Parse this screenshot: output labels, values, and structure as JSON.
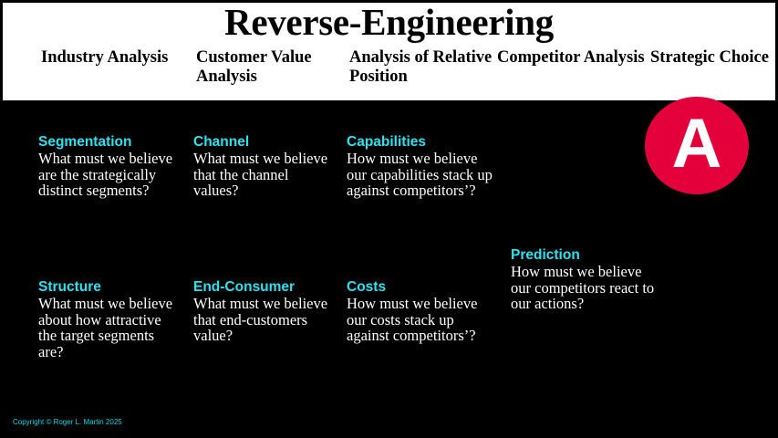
{
  "slide": {
    "title": "Reverse-Engineering",
    "background_color": "#000000",
    "header_background_color": "#ffffff",
    "accent_color": "#2BE2F0",
    "badge_color": "#E4003A"
  },
  "columns": [
    {
      "header": "Industry\nAnalysis"
    },
    {
      "header": "Customer\nValue\nAnalysis"
    },
    {
      "header": "Analysis\nof Relative\nPosition"
    },
    {
      "header": "Competitor\nAnalysis"
    },
    {
      "header": "Strategic\nChoice"
    }
  ],
  "column_headers": {
    "industry": "Industry Analysis",
    "customer": "Customer Value Analysis",
    "relative": "Analysis of Relative Position",
    "competitor": "Competitor Analysis",
    "strategic": "Strategic Choice"
  },
  "cells": {
    "segmentation": {
      "title": "Segmentation",
      "body": "What must we believe are the strategically distinct segments?"
    },
    "channel": {
      "title": "Channel",
      "body": "What must we believe that the channel values?"
    },
    "capabilities": {
      "title": "Capabilities",
      "body": "How must we believe our capabilities stack up against competitors’?"
    },
    "prediction": {
      "title": "Prediction",
      "body": "How must we believe our competitors react to our actions?"
    },
    "structure": {
      "title": "Structure",
      "body": "What must we believe about how attractive the target segments are?"
    },
    "end_consumer": {
      "title": "End-Consumer",
      "body": "What must we believe that end-customers value?"
    },
    "costs": {
      "title": "Costs",
      "body": "How must we believe our costs stack up against competitors’?"
    }
  },
  "badge": {
    "letter": "A"
  },
  "footer": {
    "copyright": "Copyright © Roger L. Martin 2025"
  }
}
